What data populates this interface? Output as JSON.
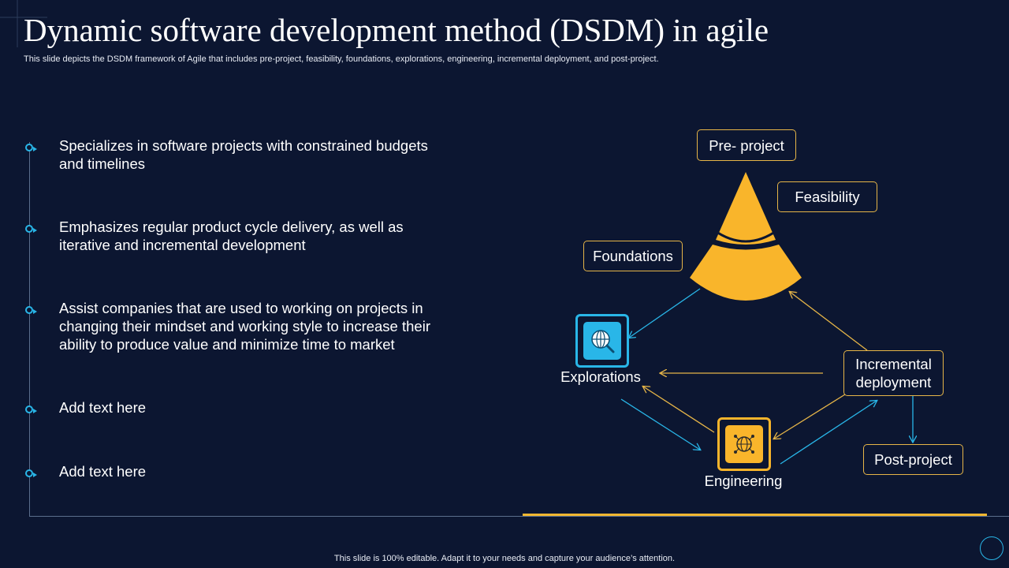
{
  "slide": {
    "title": "Dynamic software development method (DSDM) in agile",
    "subtitle": "This slide depicts the DSDM framework of Agile that includes pre-project, feasibility, foundations,  explorations, engineering, incremental deployment, and post-project.",
    "footer": "This slide is 100% editable. Adapt it to your needs and capture your audience’s attention."
  },
  "bullets": [
    "Specializes in software projects with constrained budgets and timelines",
    "Emphasizes regular product cycle delivery, as well as iterative and incremental development",
    "Assist companies that are used to working on projects in changing their mindset and working style to increase their ability to produce value and minimize time to market",
    "Add text here",
    "Add text here"
  ],
  "diagram": {
    "pre_project": "Pre- project",
    "feasibility": "Feasibility",
    "foundations": "Foundations",
    "explorations": "Explorations",
    "engineering": "Engineering",
    "incremental_deployment": "Incremental deployment",
    "post_project": "Post-project",
    "icons": {
      "explorations": "globe-search-icon",
      "engineering": "globe-network-icon"
    }
  },
  "colors": {
    "background": "#0c1631",
    "accent_gold": "#f9b52b",
    "accent_blue": "#29b6e8",
    "box_border": "#e6b548"
  }
}
